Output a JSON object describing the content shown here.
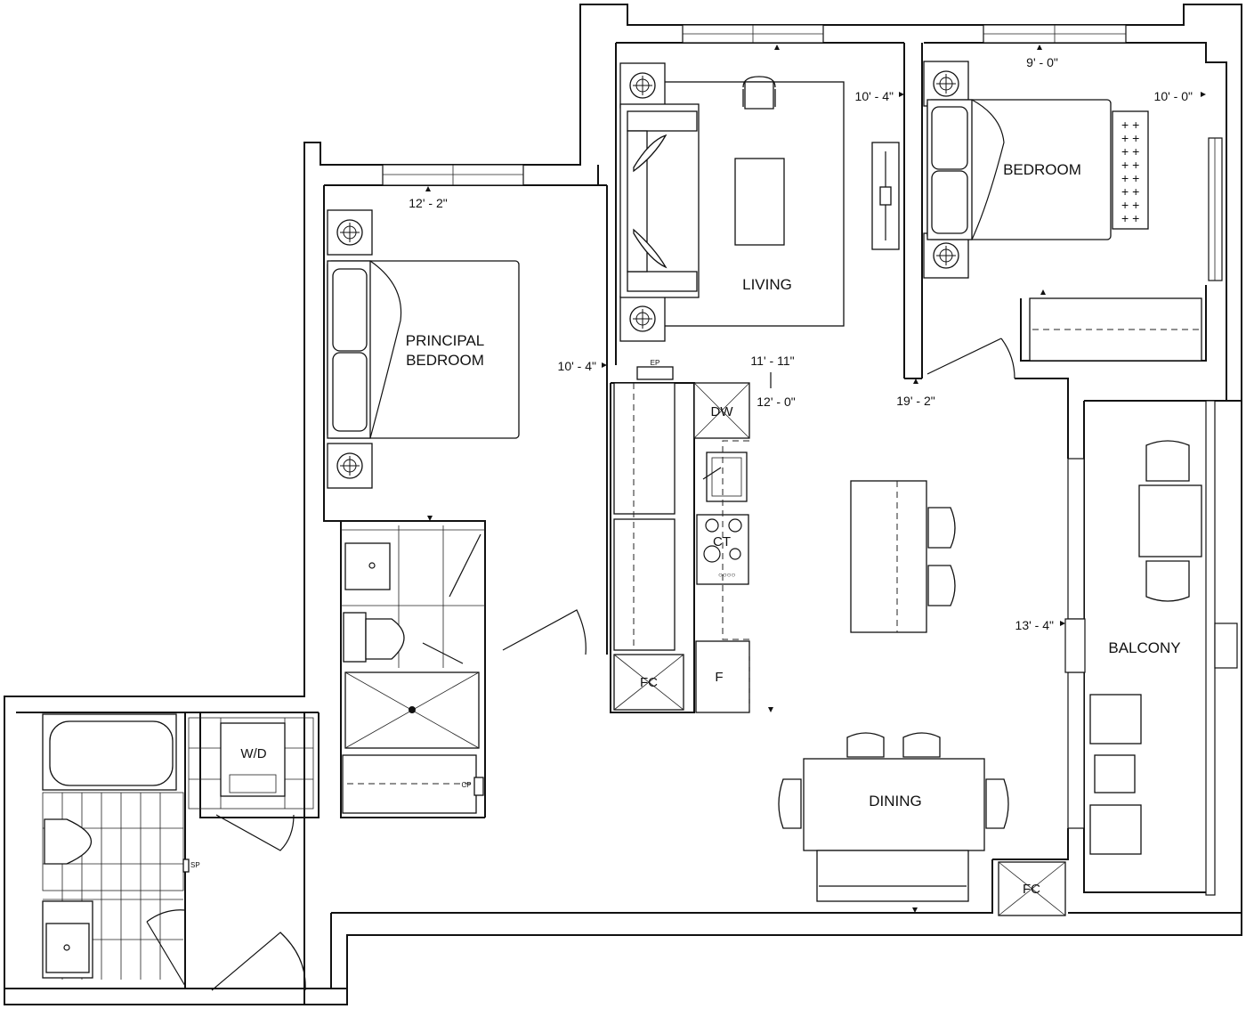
{
  "rooms": {
    "principal_bedroom": [
      "PRINCIPAL",
      "BEDROOM"
    ],
    "living": "LIVING",
    "bedroom": "BEDROOM",
    "dining": "DINING",
    "balcony": "BALCONY"
  },
  "dimensions": {
    "principal_width": "12' - 2\"",
    "principal_depth": "10' - 4\"",
    "living_depth": "10' - 4\"",
    "living_kitchen_a": "11' - 11\"",
    "living_kitchen_b": "12' - 0\"",
    "bedroom_width": "9' - 0\"",
    "bedroom_depth": "10' - 0\"",
    "bedroom_length": "19' - 2\"",
    "balcony": "13' - 4\""
  },
  "fixtures": {
    "dishwasher": "DW",
    "cooktop": "CT",
    "fan_coil": "FC",
    "fridge": "F",
    "washer_dryer": "W/D",
    "electrical_panel": "EP",
    "closet_pantry": "CP",
    "sprinkler": "SP"
  }
}
